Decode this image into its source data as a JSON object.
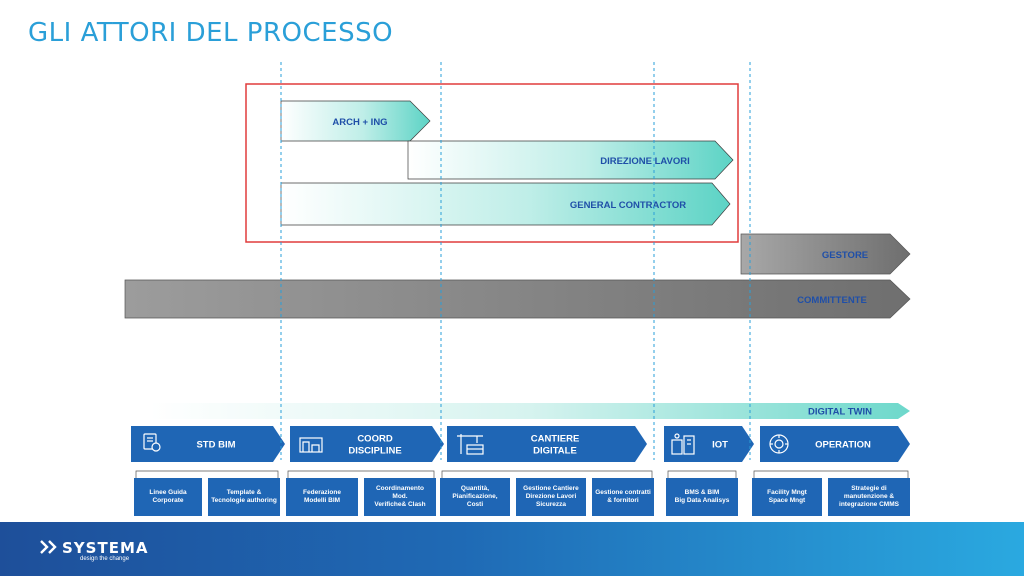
{
  "title": "GLI ATTORI DEL PROCESSO",
  "actors": [
    {
      "id": "arch",
      "label": "ARCH + ING"
    },
    {
      "id": "dl",
      "label": "DIREZIONE LAVORI"
    },
    {
      "id": "gc",
      "label": "GENERAL CONTRACTOR"
    },
    {
      "id": "gestore",
      "label": "GESTORE"
    },
    {
      "id": "committente",
      "label": "COMMITTENTE"
    }
  ],
  "digital_twin": {
    "label": "DIGITAL TWIN"
  },
  "phases": [
    {
      "label": "STD BIM",
      "icon": "document-money-icon",
      "details": [
        "Linee Guida\nCorporate",
        "Template &\nTecnologie authoring"
      ]
    },
    {
      "label": "COORD\nDISCIPLINE",
      "icon": "building-plan-icon",
      "details": [
        "Federazione\nModelli BIM",
        "Coordinamento\nMod.\nVerifiche& Clash"
      ]
    },
    {
      "label": "CANTIERE\nDIGITALE",
      "icon": "crane-site-icon",
      "details": [
        "Quantità,\nPianificazione,\nCosti",
        "Gestione Cantiere\nDirezione Lavori\nSicurezza",
        "Gestione contratti\n& fornitori"
      ]
    },
    {
      "label": "IOT",
      "icon": "sensor-building-icon",
      "details": [
        "BMS & BIM\nBig Data Analisys"
      ]
    },
    {
      "label": "OPERATION",
      "icon": "gear-cycle-icon",
      "details": [
        "Facility Mngt\nSpace Mngt",
        "Strategie di\nmanutenzione &\nintegrazione CMMS"
      ]
    }
  ],
  "logo": {
    "name": "SYSTEMA",
    "tagline": "design the change"
  },
  "colors": {
    "accent": "#2a9fd8",
    "phase": "#1f66b5",
    "teal": "#5fd6c8",
    "gray": "#8a8a8a",
    "highlight": "#e03c3c",
    "label": "#1f4fa8"
  }
}
